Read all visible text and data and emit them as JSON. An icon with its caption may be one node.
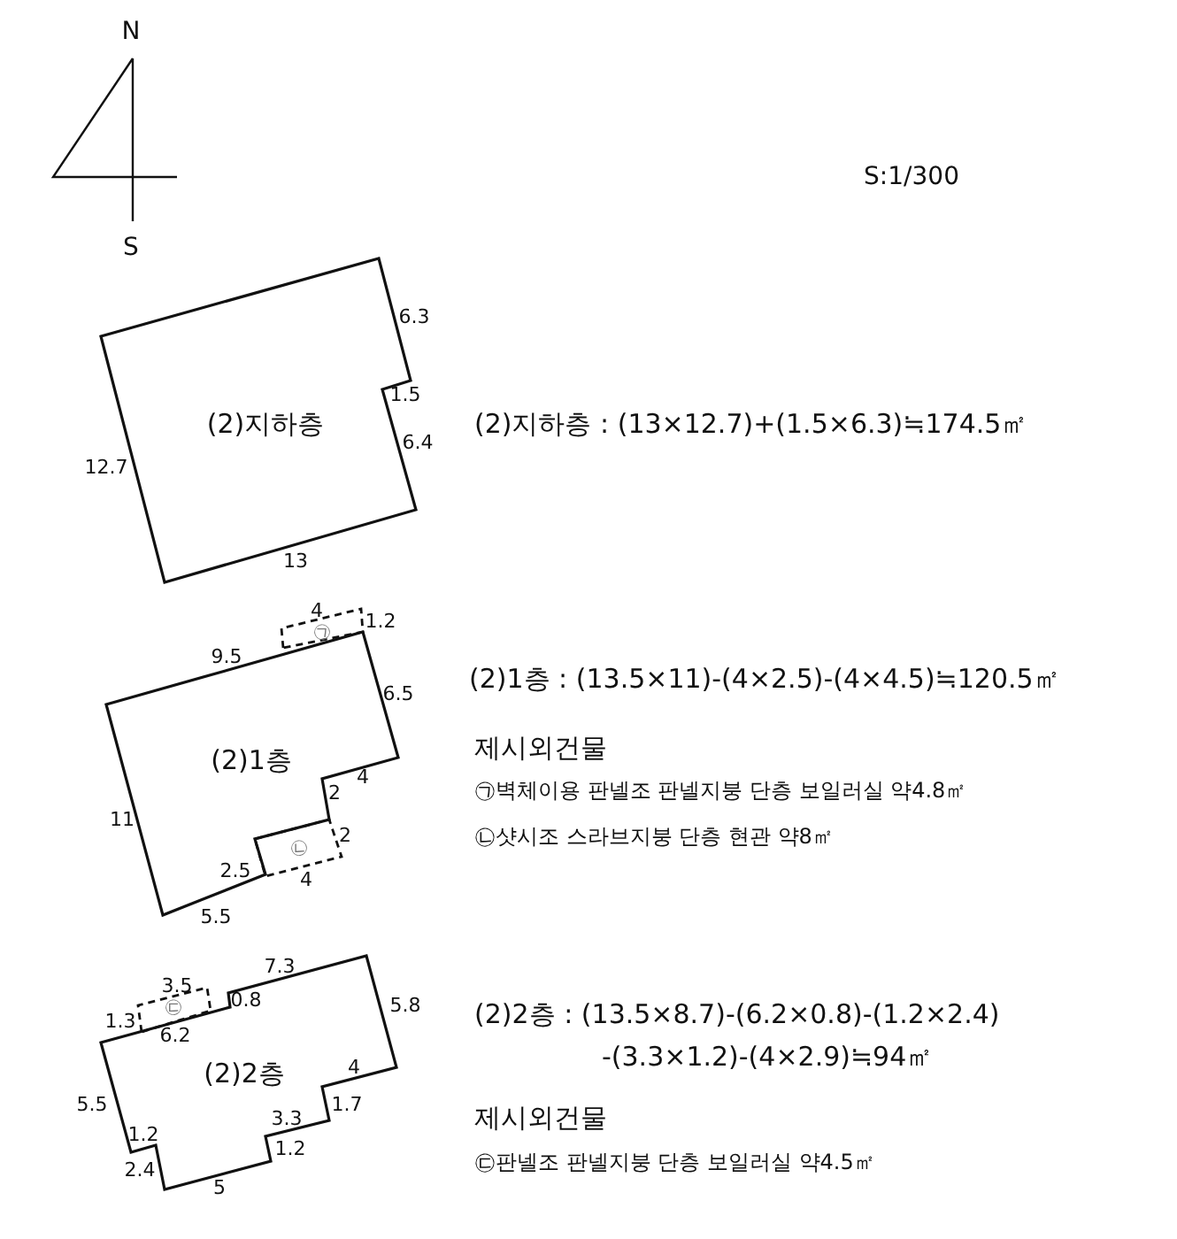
{
  "diagram": {
    "nodes": [
      {
        "text": [
          "(2)지하층"
        ]
      },
      {
        "text": [
          "(2)1층"
        ]
      },
      {
        "text": [
          "㉠"
        ]
      },
      {
        "text": [
          "㉡"
        ]
      },
      {
        "text": [
          "(2)2층"
        ]
      },
      {
        "text": [
          "㉢"
        ]
      }
    ],
    "labels": [
      "N",
      "S:1/300",
      "S",
      "6.3",
      "1.5",
      "(2)지하층 : (13×12.7)+(1.5×6.3)≒174.5㎡",
      "6.4",
      "12.7",
      "13",
      "4",
      "1.2",
      "9.5",
      "6.5",
      "(2)1층 : (13.5×11)-(4×2.5)-(4×4.5)≒120.5㎡",
      "제시외건물",
      "4",
      "2",
      "11",
      "2",
      "㉠벽체이용 판넬조 판넬지붕 단층 보일러실 약4.8㎡",
      "2.5",
      "4",
      "㉡샷시조 스라브지붕 단층 현관 약8㎡",
      "5.5",
      "7.3",
      "3.5",
      "0.8",
      "1.3",
      "6.2",
      "5.8",
      "(2)2층 : (13.5×8.7)-(6.2×0.8)-(1.2×2.4) -(3.3×1.2)-(4×2.9)≒94㎡",
      "4",
      "5.5",
      "1.7",
      "3.3",
      "1.2",
      "제시외건물",
      "1.2",
      "2.4",
      "㉢판넬조 판넬지붕 단층 보일러실 약4.5㎡",
      "5"
    ]
  }
}
